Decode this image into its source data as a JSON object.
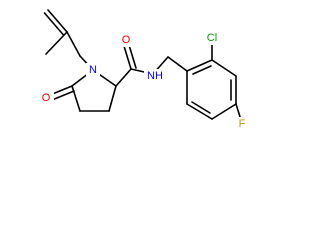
{
  "molecule": {
    "atoms": {
      "n1": {
        "label": "N",
        "color": "#0000ff"
      },
      "o5": {
        "label": "O",
        "color": "#ff0000"
      },
      "o_amide": {
        "label": "O",
        "color": "#ff0000"
      },
      "nh": {
        "label": "NH",
        "color": "#0000ff"
      },
      "cl": {
        "label": "Cl",
        "color": "#00a000"
      },
      "f": {
        "label": "F",
        "color": "#b4a000"
      }
    },
    "bond_color": "#000000"
  }
}
